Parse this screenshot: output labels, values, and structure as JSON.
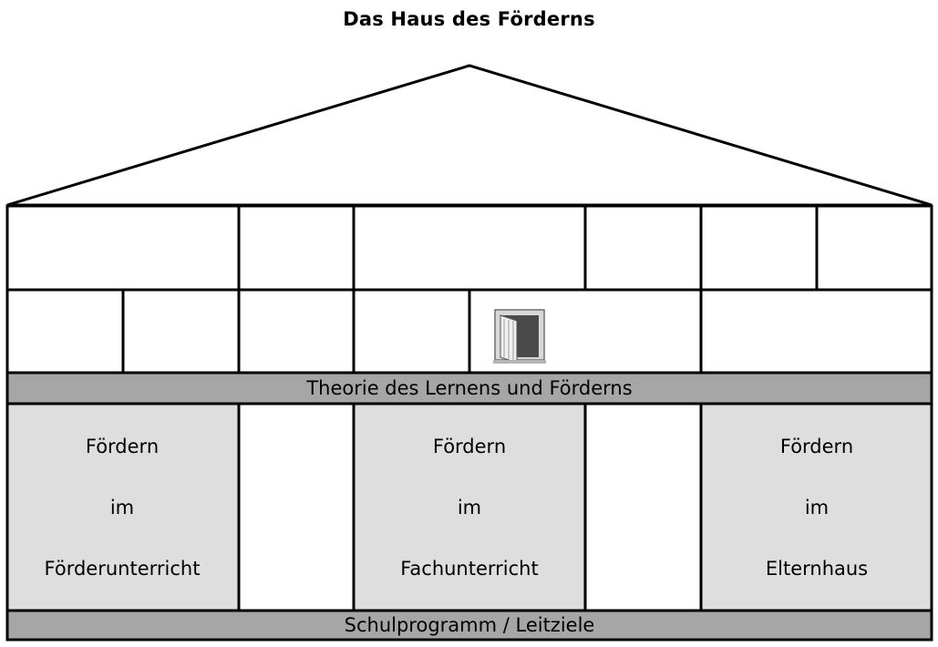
{
  "title": "Das Haus des Förderns",
  "beams": {
    "theory": "Theorie des Lernens und Förderns",
    "foundation": "Schulprogramm / Leitziele"
  },
  "pillars": [
    {
      "line1": "Fördern",
      "line2": "im",
      "line3": "Förderunterricht"
    },
    {
      "line1": "Fördern",
      "line2": "im",
      "line3": "Fachunterricht"
    },
    {
      "line1": "Fördern",
      "line2": "im",
      "line3": "Elternhaus"
    }
  ],
  "icons": {
    "door": "open-door-icon"
  },
  "colors": {
    "beam_fill": "#a6a6a6",
    "pillar_fill": "#dedede",
    "outline": "#000000",
    "background": "#ffffff"
  }
}
